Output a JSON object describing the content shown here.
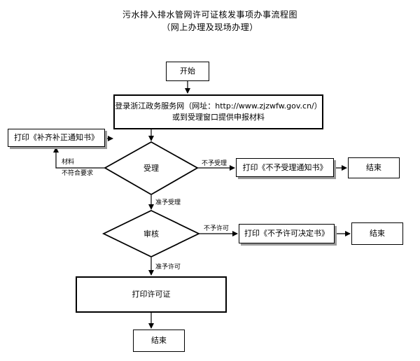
{
  "title": {
    "line1": "污水排入排水管网许可证核发事项办事流程图",
    "line2": "（网上办理及现场办理）"
  },
  "nodes": {
    "start": "开始",
    "login_line1": "登录浙江政务服务网（网址：http://www.zjzwfw.gov.cn/）",
    "login_line2": "或到受理窗口提供申报材料",
    "supplement": "打印《补齐补正通知书》",
    "accept": "受理",
    "reject_accept": "打印《不予受理通知书》",
    "end1": "结束",
    "review": "审核",
    "reject_permit": "打印《不予许可决定书》",
    "end2": "结束",
    "print_permit": "打印许可证",
    "end3": "结束"
  },
  "edges": {
    "materials_line1": "材料",
    "materials_line2": "不符合要求",
    "not_accepted": "不予受理",
    "accepted": "准予受理",
    "not_permitted": "不予许可",
    "permitted": "准予许可"
  }
}
